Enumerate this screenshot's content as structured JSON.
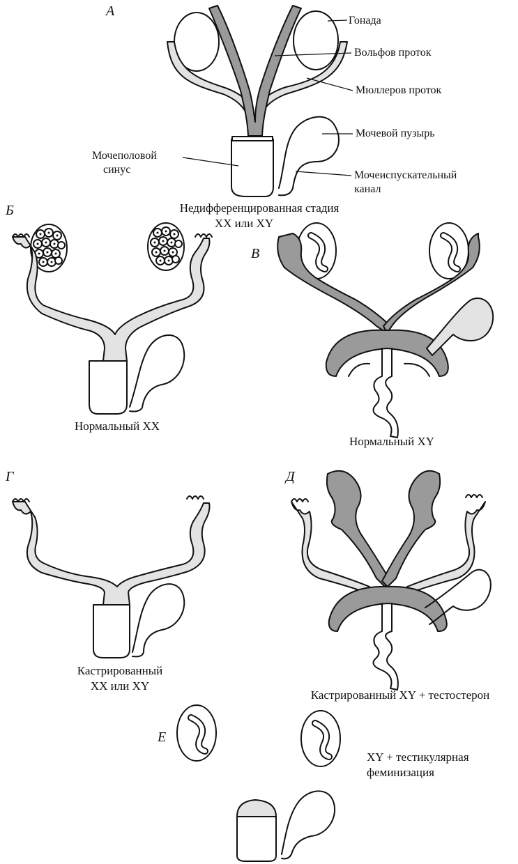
{
  "panels": {
    "a": {
      "letter": "А",
      "labels": {
        "gonad": "Гонада",
        "wolffian": "Вольфов проток",
        "mullerian": "Мюллеров проток",
        "bladder": "Мочевой пузырь",
        "sinus_line1": "Мочеполовой",
        "sinus_line2": "синус",
        "urethra_line1": "Мочеиспускательный",
        "urethra_line2": "канал"
      },
      "caption_line1": "Недифференцированная стадия",
      "caption_line2": "XX или XY"
    },
    "b": {
      "letter": "Б",
      "caption": "Нормальный  XX"
    },
    "v": {
      "letter": "В",
      "caption": "Нормальный  XY"
    },
    "g": {
      "letter": "Г",
      "caption_line1": "Кастрированный",
      "caption_line2": "XX или XY"
    },
    "d": {
      "letter": "Д",
      "caption": "Кастрированный  XY  + тестостерон"
    },
    "e": {
      "letter": "Е",
      "caption_line1": "XY + тестикулярная",
      "caption_line2": "феминизация"
    }
  }
}
